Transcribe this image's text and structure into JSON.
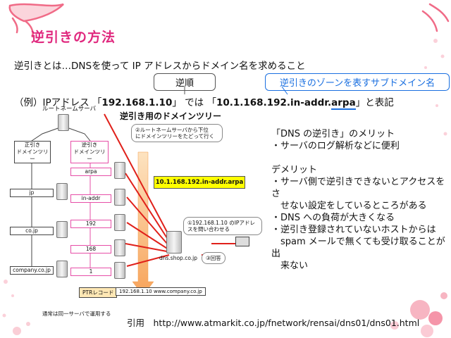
{
  "slide": {
    "title": "逆引きの方法",
    "definition": "逆引きとは…DNSを使って IP アドレスからドメイン名を求めること",
    "reverse_order_label": "逆順",
    "subdomain_label": "逆引きのゾーンを表すサブドメイン名",
    "example_prefix": "（例）IPアドレス 「",
    "example_ip": "192.168.1.10",
    "example_mid": "」 では 「",
    "example_reverse_part": "10.1.168.192.in-addr.",
    "example_arpa": "arpa",
    "example_suffix": "」と表記",
    "merit_text": "「DNS の逆引き」のメリット\n・サーバのログ解析などに便利\n\nデメリット\n・サーバ側で逆引きできないとアクセスをさ\n　せない設定をしているところがある\n・DNS への負荷が大きくなる\n・逆引き登録されていないホストからは\n　spam メールで無くても受け取ることが出\n　来ない",
    "citation": "引用　http://www.atmarkit.co.jp/fnetwork/rensai/dns01/dns01.html"
  },
  "diagram": {
    "root_label": "ルートネームサーバ",
    "heading": "逆引き用のドメインツリー",
    "forward_tree": "正引き\nドメインツリー",
    "reverse_tree": "逆引き\nドメインツリー",
    "forward_nodes": [
      "jp",
      "co.jp",
      "company.co.jp"
    ],
    "reverse_nodes": [
      "arpa",
      "in-addr",
      "192",
      "168",
      "1"
    ],
    "bubble_root": "②ルートネームサーバから下位\nにドメインツリーをたどって行く",
    "yellow_label": "10.1.168.192.in-addr.arpa",
    "bubble_query": "①192.168.1.10 のIPアドレ\nスを問い合わせる",
    "server_label": "dns.shop.co.jp",
    "answer_label": "③回答",
    "ptr_label": "PTRレコード",
    "ptr_value": "192.168.1.10 www.company.co.jp",
    "footnote": "通常は同一サーバで運用する"
  },
  "colors": {
    "title": "#e0287e",
    "accent_blue": "#1a6fe0",
    "arrow_red": "#e0201a",
    "ribbon": "#f06b87",
    "highlight": "#ffff00"
  }
}
